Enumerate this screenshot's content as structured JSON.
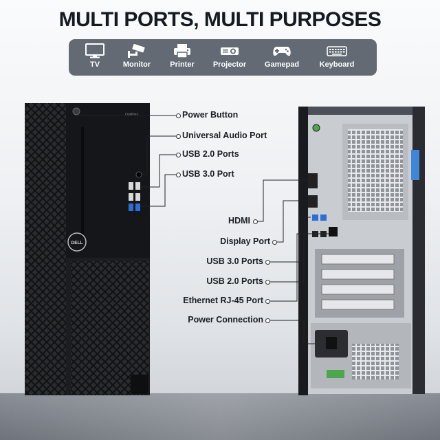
{
  "headline": "MULTI PORTS, MULTI PURPOSES",
  "devices": [
    {
      "label": "TV",
      "icon": "tv-icon"
    },
    {
      "label": "Monitor",
      "icon": "cctv-camera-icon"
    },
    {
      "label": "Printer",
      "icon": "printer-icon"
    },
    {
      "label": "Projector",
      "icon": "projector-icon"
    },
    {
      "label": "Gamepad",
      "icon": "gamepad-icon"
    },
    {
      "label": "Keyboard",
      "icon": "keyboard-icon"
    }
  ],
  "front_labels": [
    "Power Button",
    "Universal Audio Port",
    "USB 2.0 Ports",
    "USB 3.0 Port"
  ],
  "rear_labels": [
    "HDMI",
    "Display Port",
    "USB 3.0 Ports",
    "USB 2.0 Ports",
    "Ethernet RJ-45 Port",
    "Power Connection"
  ],
  "case": {
    "model_text": "OptiPlex",
    "brand": "DELL"
  },
  "colors": {
    "bar": "#636a74",
    "case": "#1c1d20",
    "usb3_blue": "#2a6fd6",
    "rear_panel": "#c9ccd1"
  }
}
